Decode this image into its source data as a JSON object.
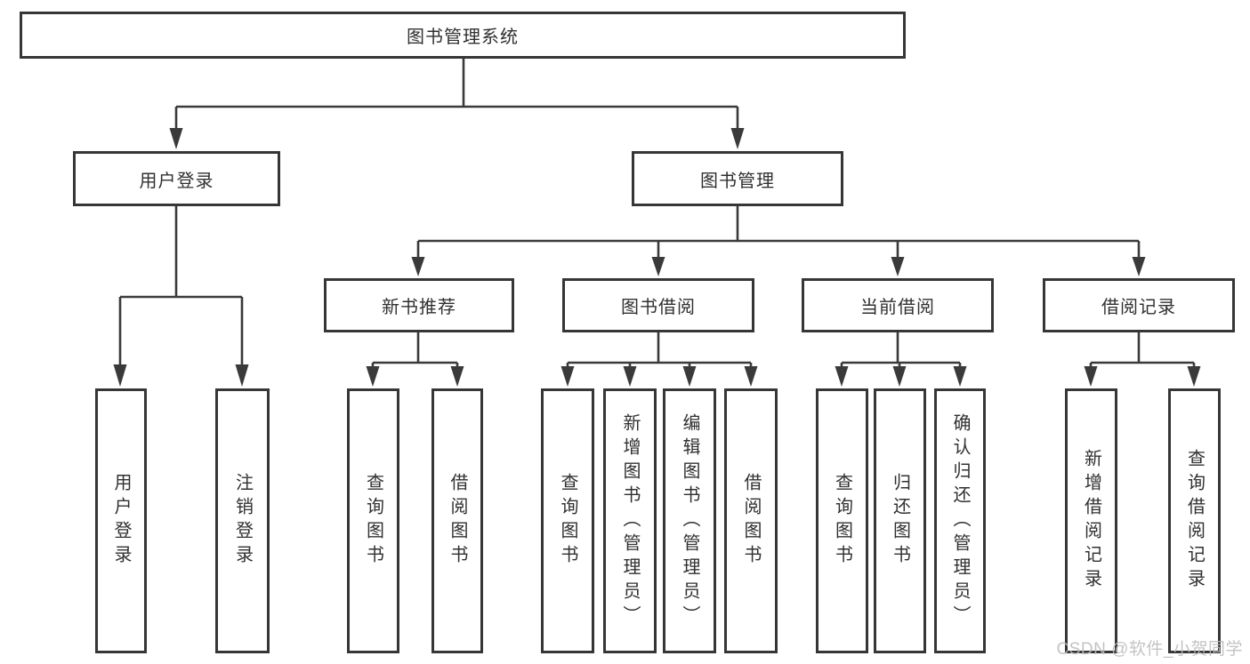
{
  "colors": {
    "line": "#3a3a3a",
    "box_border": "#363636",
    "text": "#303030",
    "bg": "#ffffff",
    "watermark": "#bdbdbd"
  },
  "watermark": "CSDN @软件_小贺同学",
  "tree": {
    "label": "图书管理系统",
    "children": [
      {
        "label": "用户登录",
        "children": [
          {
            "label": "用户登录"
          },
          {
            "label": "注销登录"
          }
        ]
      },
      {
        "label": "图书管理",
        "children": [
          {
            "label": "新书推荐",
            "children": [
              {
                "label": "查询图书"
              },
              {
                "label": "借阅图书"
              }
            ]
          },
          {
            "label": "图书借阅",
            "children": [
              {
                "label": "查询图书"
              },
              {
                "label": "新增图书（管理员）"
              },
              {
                "label": "编辑图书（管理员）"
              },
              {
                "label": "借阅图书"
              }
            ]
          },
          {
            "label": "当前借阅",
            "children": [
              {
                "label": "查询图书"
              },
              {
                "label": "归还图书"
              },
              {
                "label": "确认归还（管理员）"
              }
            ]
          },
          {
            "label": "借阅记录",
            "children": [
              {
                "label": "新增借阅记录"
              },
              {
                "label": "查询借阅记录"
              }
            ]
          }
        ]
      }
    ]
  }
}
